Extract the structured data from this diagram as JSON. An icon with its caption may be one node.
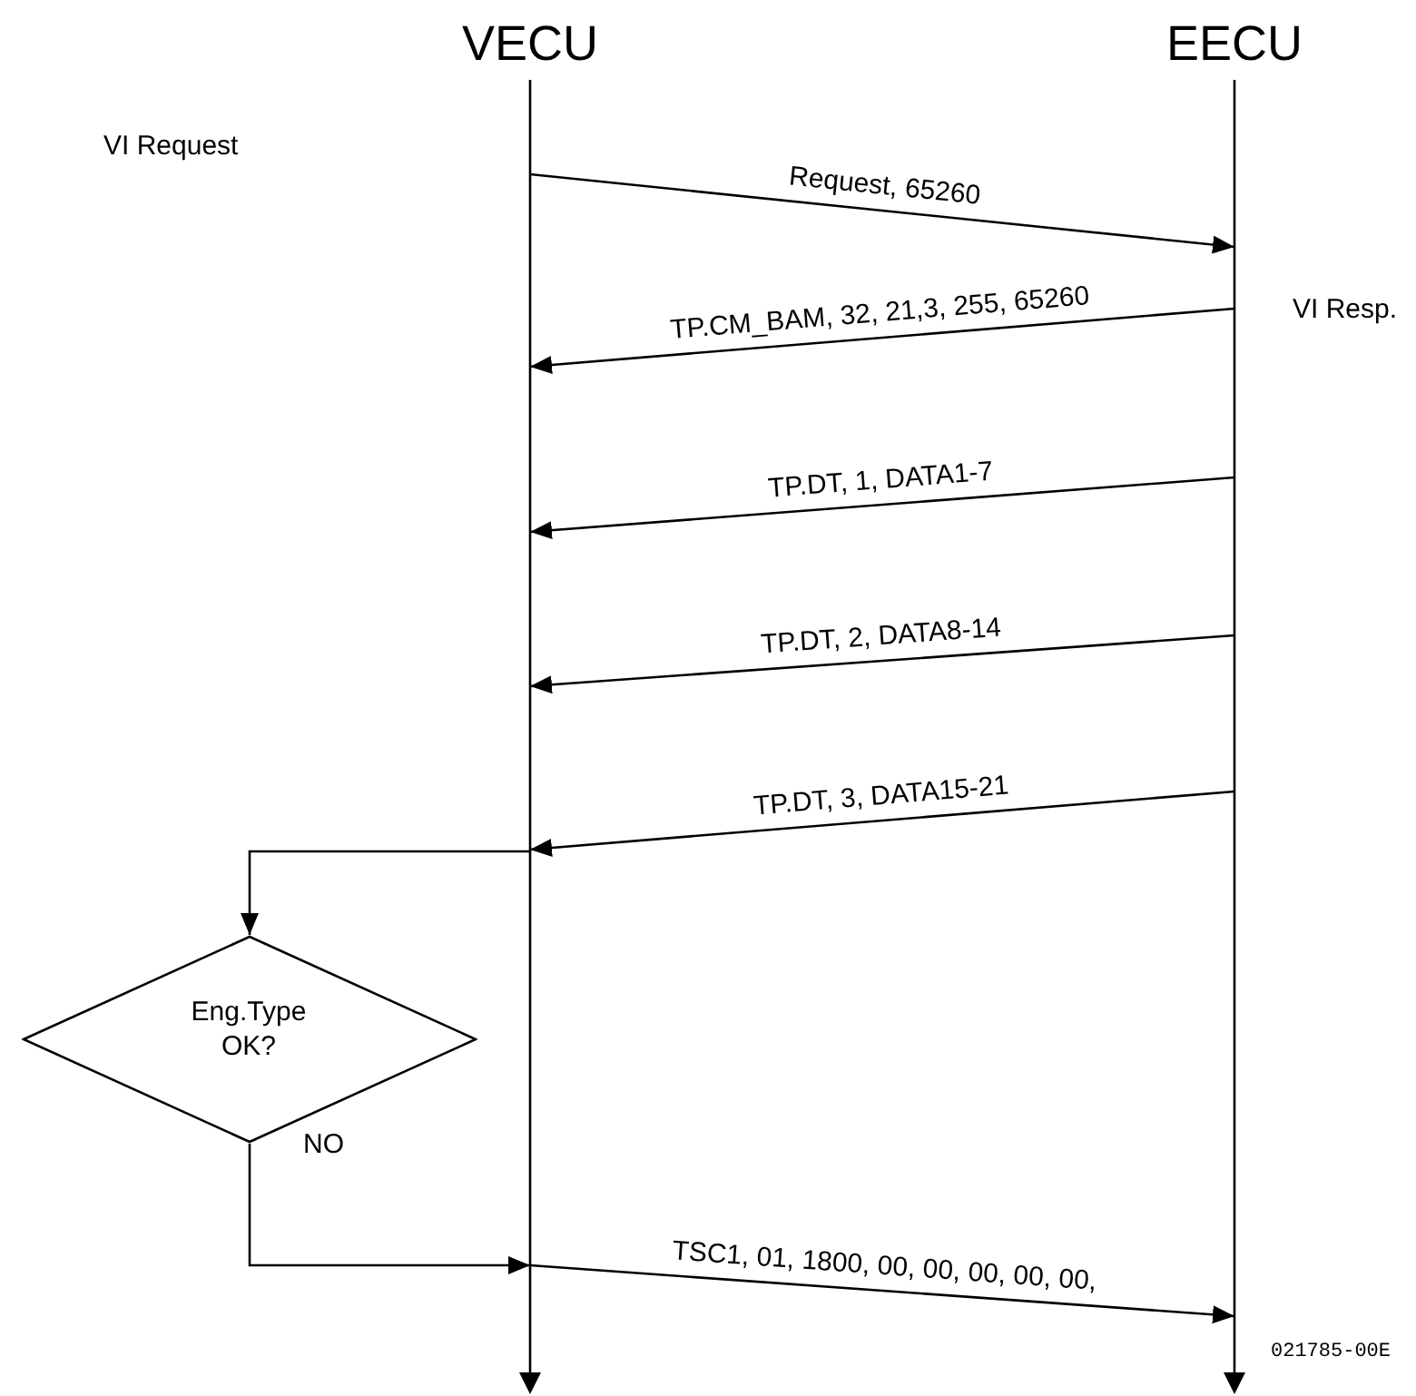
{
  "diagram": {
    "nodes": [
      {
        "text": [
          "VECU"
        ]
      },
      {
        "text": [
          "EECU"
        ]
      },
      {
        "text": [
          "Eng.Type OK?"
        ]
      }
    ],
    "edges": [
      {
        "from": 0,
        "to": 1,
        "arrow": "to",
        "label": "Request, 65260"
      },
      {
        "from": 1,
        "to": 0,
        "arrow": "to",
        "label": "TP.CM_BAM, 32, 21,3, 255, 65260"
      },
      {
        "from": 1,
        "to": 0,
        "arrow": "to",
        "label": "TP.DT, 1, DATA1-7"
      },
      {
        "from": 1,
        "to": 0,
        "arrow": "to",
        "label": "TP.DT, 2, DATA8-14"
      },
      {
        "from": 1,
        "to": 0,
        "arrow": "to",
        "label": "TP.DT, 3, DATA15-21"
      },
      {
        "from": 0,
        "to": 2,
        "arrow": "to"
      },
      {
        "from": 2,
        "to": 0,
        "arrow": "to",
        "label": "NO"
      },
      {
        "from": 0,
        "to": 1,
        "arrow": "to",
        "label": "TSC1, 01, 1800, 00, 00, 00, 00, 00,"
      }
    ],
    "labels": [
      "VI Request",
      "VI Resp.",
      "021785-00E"
    ]
  }
}
